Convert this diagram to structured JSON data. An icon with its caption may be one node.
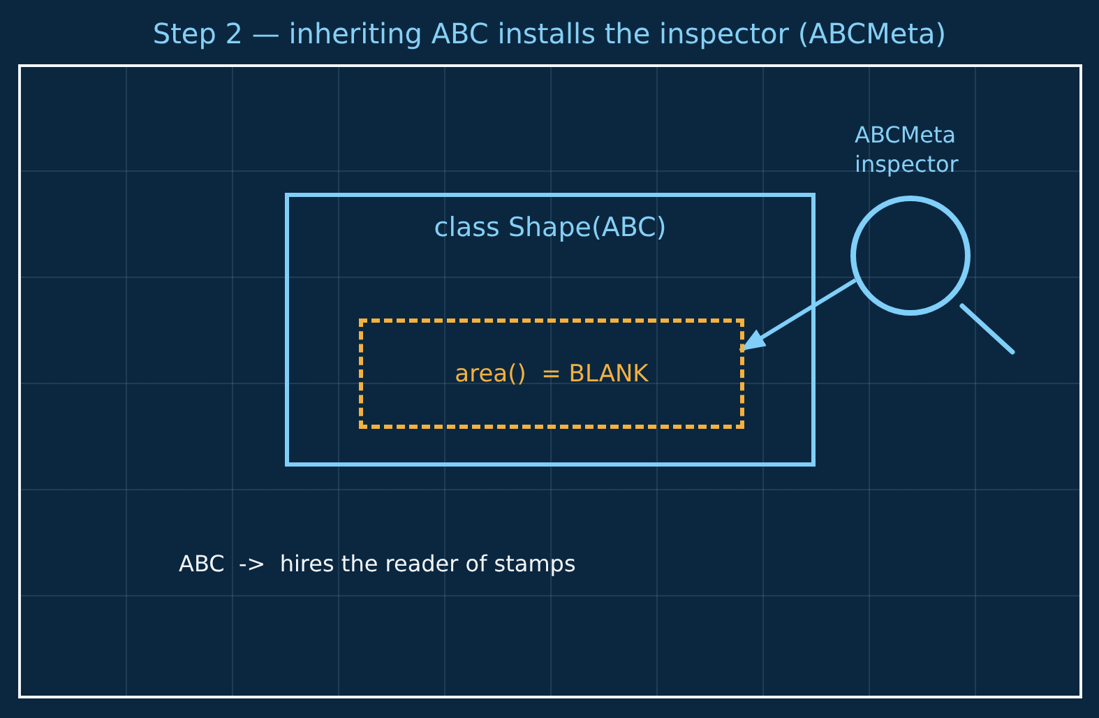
{
  "diagram": {
    "title": "Step 2 — inheriting ABC installs the inspector (ABCMeta)",
    "nodes": [
      {
        "text": [
          "class Shape(ABC)"
        ]
      },
      {
        "text": [
          "area()  = BLANK"
        ],
        "in": 0
      },
      {
        "text": [
          "ABCMeta inspector"
        ]
      }
    ],
    "edges": [
      {
        "from": 2,
        "to": 1,
        "arrow": "to"
      }
    ],
    "labels": [
      "ABC  ->  hires the reader of stamps"
    ]
  }
}
